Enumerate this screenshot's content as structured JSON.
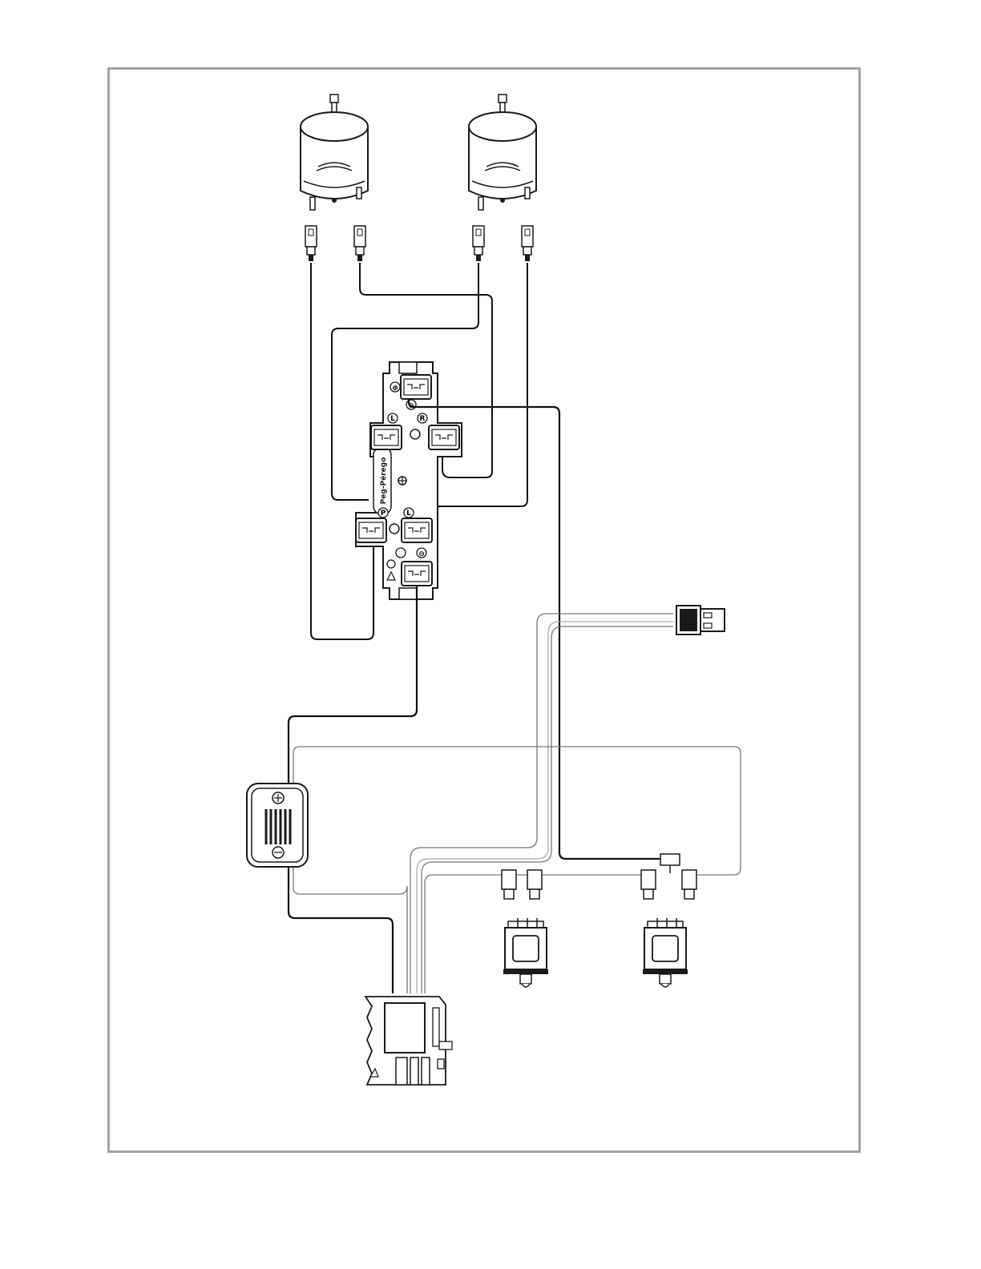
{
  "diagram": {
    "brand_text": "Peg-Pérego",
    "hub_symbols": {
      "plus": "⊕",
      "minus": "⊖",
      "left_motor": "L",
      "right_motor": "R",
      "power": "P"
    },
    "colors": {
      "frame": "#a3a3a3",
      "wire_dark": "#111111",
      "wire_light": "#777777",
      "part_stroke": "#1a1a1a"
    },
    "components": [
      {
        "id": "motor-left",
        "kind": "motor"
      },
      {
        "id": "motor-right",
        "kind": "motor"
      },
      {
        "id": "junction-hub",
        "kind": "connector-hub"
      },
      {
        "id": "fuse-box",
        "kind": "thermal-fuse"
      },
      {
        "id": "charger-plug",
        "kind": "connector"
      },
      {
        "id": "switch-forward-reverse",
        "kind": "switch"
      },
      {
        "id": "switch-speed",
        "kind": "switch"
      },
      {
        "id": "pedal-switch",
        "kind": "pedal"
      }
    ]
  }
}
